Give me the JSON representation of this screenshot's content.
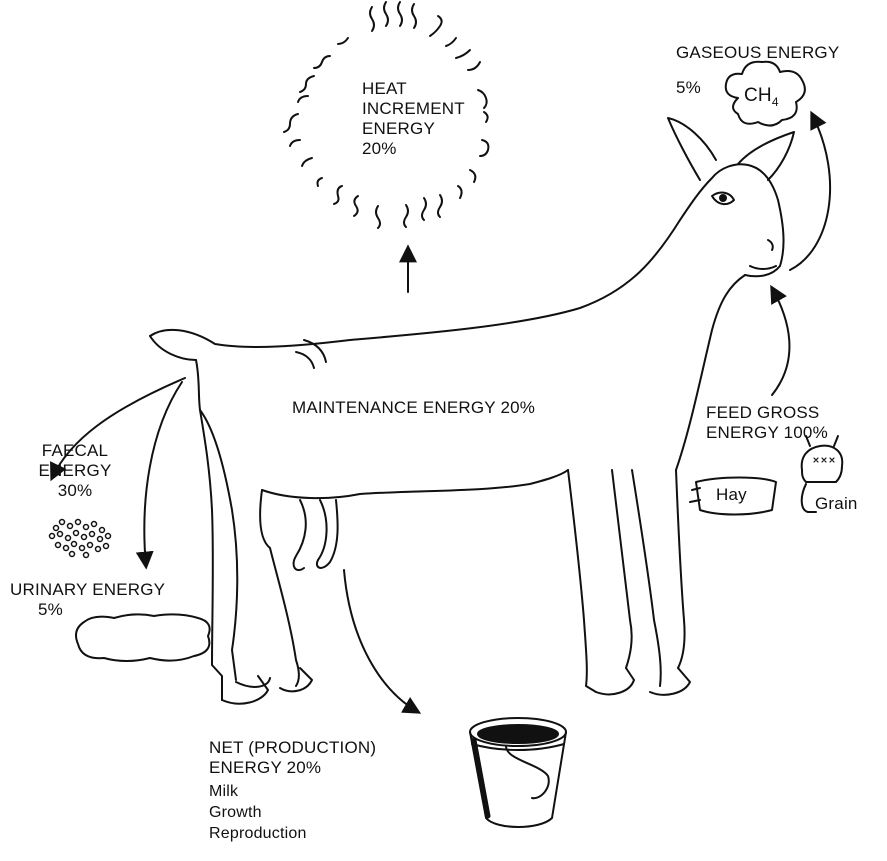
{
  "heat": {
    "line1": "HEAT",
    "line2": "INCREMENT",
    "line3": "ENERGY",
    "value": "20%"
  },
  "gaseous": {
    "title": "GASEOUS ENERGY",
    "value": "5%",
    "cloud_label": "CH",
    "cloud_sub": "4"
  },
  "maintenance": {
    "label": "MAINTENANCE ENERGY 20%"
  },
  "feed": {
    "line1": "FEED GROSS",
    "line2": "ENERGY 100%",
    "hay": "Hay",
    "grain": "Grain"
  },
  "faecal": {
    "line1": "FAECAL",
    "line2": "ENERGY",
    "value": "30%"
  },
  "urinary": {
    "line1": "URINARY ENERGY",
    "value": "5%"
  },
  "net": {
    "line1": "NET (PRODUCTION)",
    "line2": "ENERGY 20%",
    "items": [
      "Milk",
      "Growth",
      "Reproduction"
    ]
  }
}
